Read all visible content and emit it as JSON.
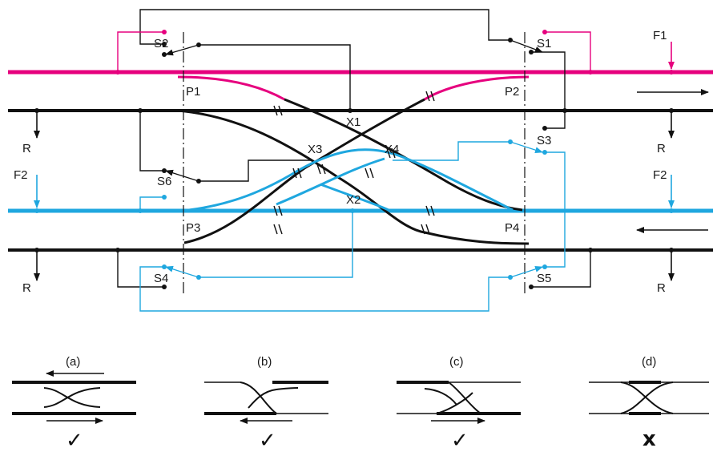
{
  "colors": {
    "track_black": "#111111",
    "track_magenta": "#e6007e",
    "track_cyan": "#1fa7df",
    "background": "#ffffff"
  },
  "labels": {
    "switches": [
      "S1",
      "S2",
      "S3",
      "S4",
      "S5",
      "S6"
    ],
    "points": [
      "P1",
      "P2",
      "P3",
      "P4"
    ],
    "crossings": [
      "X1",
      "X2",
      "X3",
      "X4"
    ],
    "feeds": [
      "F1",
      "F2",
      "F2"
    ],
    "returns": [
      "R",
      "R",
      "R",
      "R"
    ]
  },
  "panels": [
    {
      "label": "(a)",
      "mark": "✓"
    },
    {
      "label": "(b)",
      "mark": "✓"
    },
    {
      "label": "(c)",
      "mark": "✓"
    },
    {
      "label": "(d)",
      "mark": "x"
    }
  ],
  "icons": [
    "arrow-right-icon",
    "arrow-left-icon",
    "check-icon",
    "cross-icon"
  ]
}
